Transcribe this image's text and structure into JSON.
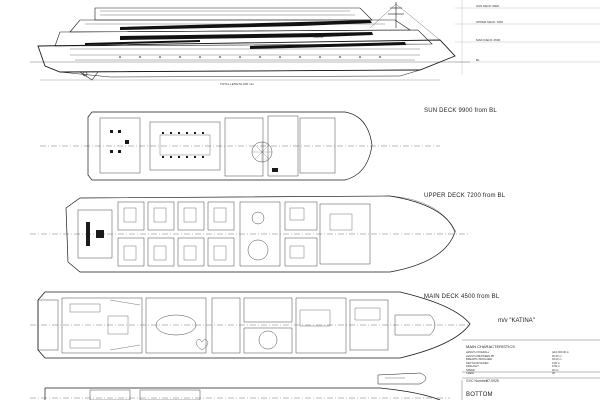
{
  "drawing": {
    "profile": {
      "vessel_name_on_hull": "Katina",
      "level_tags": [
        "SUN DECK 9900",
        "UPPER DECK 7200",
        "MAIN DECK 4500",
        "BL"
      ],
      "dim_note": "TOTAL LENGTH 000 mm"
    },
    "decks": [
      {
        "label": "SUN DECK 9900 from BL"
      },
      {
        "label": "UPPER DECK 7200 from BL"
      },
      {
        "label": "MAIN DECK 4500 from BL"
      },
      {
        "label": "BOTTOM"
      }
    ],
    "title_block": {
      "vessel": "m/v \"KATINA\"",
      "heading": "MAIN CHARACTERISTICS",
      "rows": [
        {
          "k": "LENGTH OVERALL",
          "v": "(abt) 000.00 m"
        },
        {
          "k": "LENGTH BETWEEN PP",
          "v": "00.00 m"
        },
        {
          "k": "BREADTH MOULDED",
          "v": "00.00 m"
        },
        {
          "k": "DEPTH MOULDED",
          "v": "0.00 m"
        },
        {
          "k": "DRAUGHT",
          "v": "0.00 m"
        },
        {
          "k": "SPEED",
          "v": "00 kn"
        },
        {
          "k": "CREW",
          "v": "00"
        }
      ],
      "gvc_label": "GVC Number:",
      "gvc_value": "97-0926"
    },
    "colors": {
      "line": "#1a1a1a",
      "paper": "#ffffff",
      "faint": "#9a9a9a"
    }
  }
}
